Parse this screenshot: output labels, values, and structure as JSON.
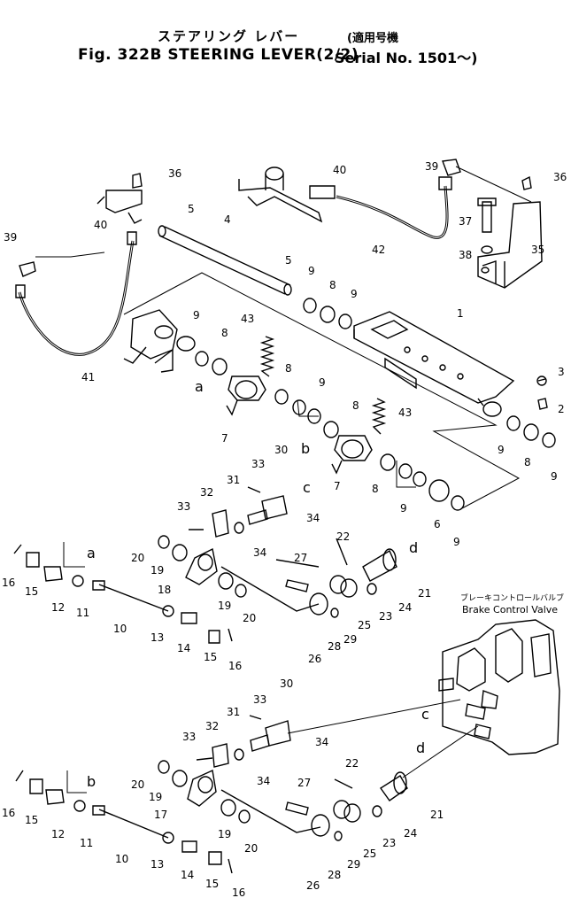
{
  "header": {
    "title_jp": "ステアリング レバー",
    "title": "Fig. 322B STEERING LEVER(2/2)",
    "serial_jp": "(適用号機",
    "serial": "Serial No. 1501～)"
  },
  "valve_label": {
    "jp": "ブレーキコントロールバルブ",
    "en": "Brake Control Valve"
  },
  "callouts": [
    "1",
    "2",
    "3",
    "4",
    "5",
    "6",
    "7",
    "8",
    "9",
    "10",
    "11",
    "12",
    "13",
    "14",
    "15",
    "16",
    "17",
    "18",
    "19",
    "20",
    "21",
    "22",
    "23",
    "24",
    "25",
    "26",
    "27",
    "28",
    "29",
    "30",
    "31",
    "32",
    "33",
    "34",
    "35",
    "36",
    "37",
    "38",
    "39",
    "40",
    "41",
    "42",
    "43"
  ],
  "refs": [
    "a",
    "b",
    "c",
    "d"
  ]
}
